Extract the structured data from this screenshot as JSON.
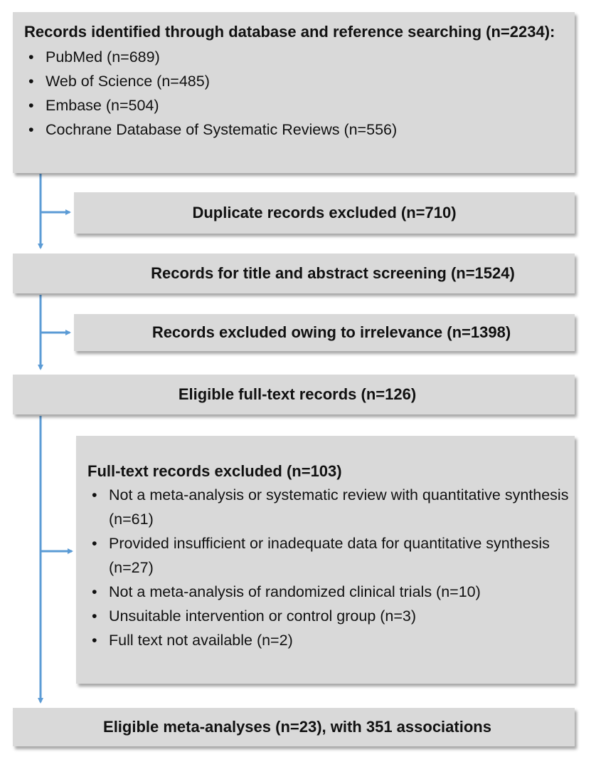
{
  "identified": {
    "title": "Records identified through database and reference searching (n=2234):",
    "items": [
      "PubMed (n=689)",
      "Web of Science (n=485)",
      "Embase (n=504)",
      "Cochrane Database of Systematic Reviews (n=556)"
    ]
  },
  "duplicates": {
    "title": "Duplicate records excluded (n=710)"
  },
  "screening": {
    "title": "Records for title and abstract screening (n=1524)"
  },
  "irrelevant": {
    "title": "Records excluded owing to irrelevance (n=1398)"
  },
  "fulltext": {
    "title": "Eligible full-text records (n=126)"
  },
  "fulltext_excluded": {
    "title": "Full-text records excluded (n=103)",
    "items": [
      "Not a meta-analysis or systematic review with quantitative synthesis (n=61)",
      "Provided insufficient or inadequate data for quantitative synthesis (n=27)",
      "Not a meta-analysis of randomized clinical trials (n=10)",
      "Unsuitable intervention or control group (n=3)",
      "Full text not available (n=2)"
    ]
  },
  "final": {
    "title": "Eligible meta-analyses (n=23), with 351 associations"
  },
  "colors": {
    "box": "#d9d9d9",
    "arrow": "#5b9bd5"
  }
}
